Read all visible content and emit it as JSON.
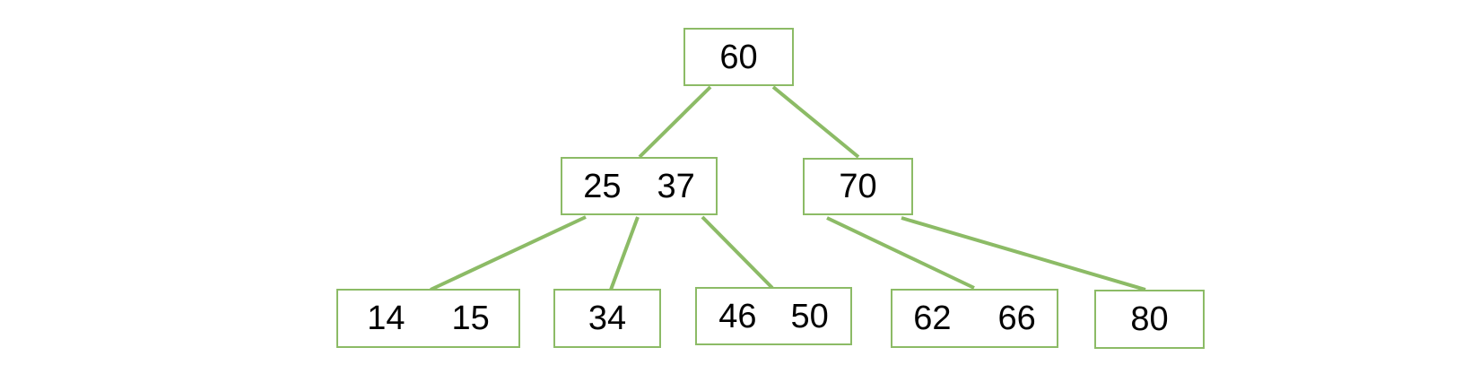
{
  "diagram": {
    "type": "tree",
    "description": "B-tree diagram",
    "colors": {
      "line": "#8CBB66",
      "border": "#8CBB66",
      "text": "#000000",
      "background": "#ffffff"
    },
    "nodes": [
      {
        "id": "n60",
        "level": 0,
        "keys": [
          "60"
        ]
      },
      {
        "id": "n25-37",
        "level": 1,
        "keys": [
          "25",
          "37"
        ]
      },
      {
        "id": "n70",
        "level": 1,
        "keys": [
          "70"
        ]
      },
      {
        "id": "n14-15",
        "level": 2,
        "keys": [
          "14",
          "15"
        ]
      },
      {
        "id": "n34",
        "level": 2,
        "keys": [
          "34"
        ]
      },
      {
        "id": "n46-50",
        "level": 2,
        "keys": [
          "46",
          "50"
        ]
      },
      {
        "id": "n62-66",
        "level": 2,
        "keys": [
          "62",
          "66"
        ]
      },
      {
        "id": "n80",
        "level": 2,
        "keys": [
          "80"
        ]
      }
    ],
    "edges": [
      {
        "from": "n60",
        "to": "n25-37"
      },
      {
        "from": "n60",
        "to": "n70"
      },
      {
        "from": "n25-37",
        "to": "n14-15"
      },
      {
        "from": "n25-37",
        "to": "n34"
      },
      {
        "from": "n25-37",
        "to": "n46-50"
      },
      {
        "from": "n70",
        "to": "n62-66"
      },
      {
        "from": "n70",
        "to": "n80"
      }
    ]
  }
}
